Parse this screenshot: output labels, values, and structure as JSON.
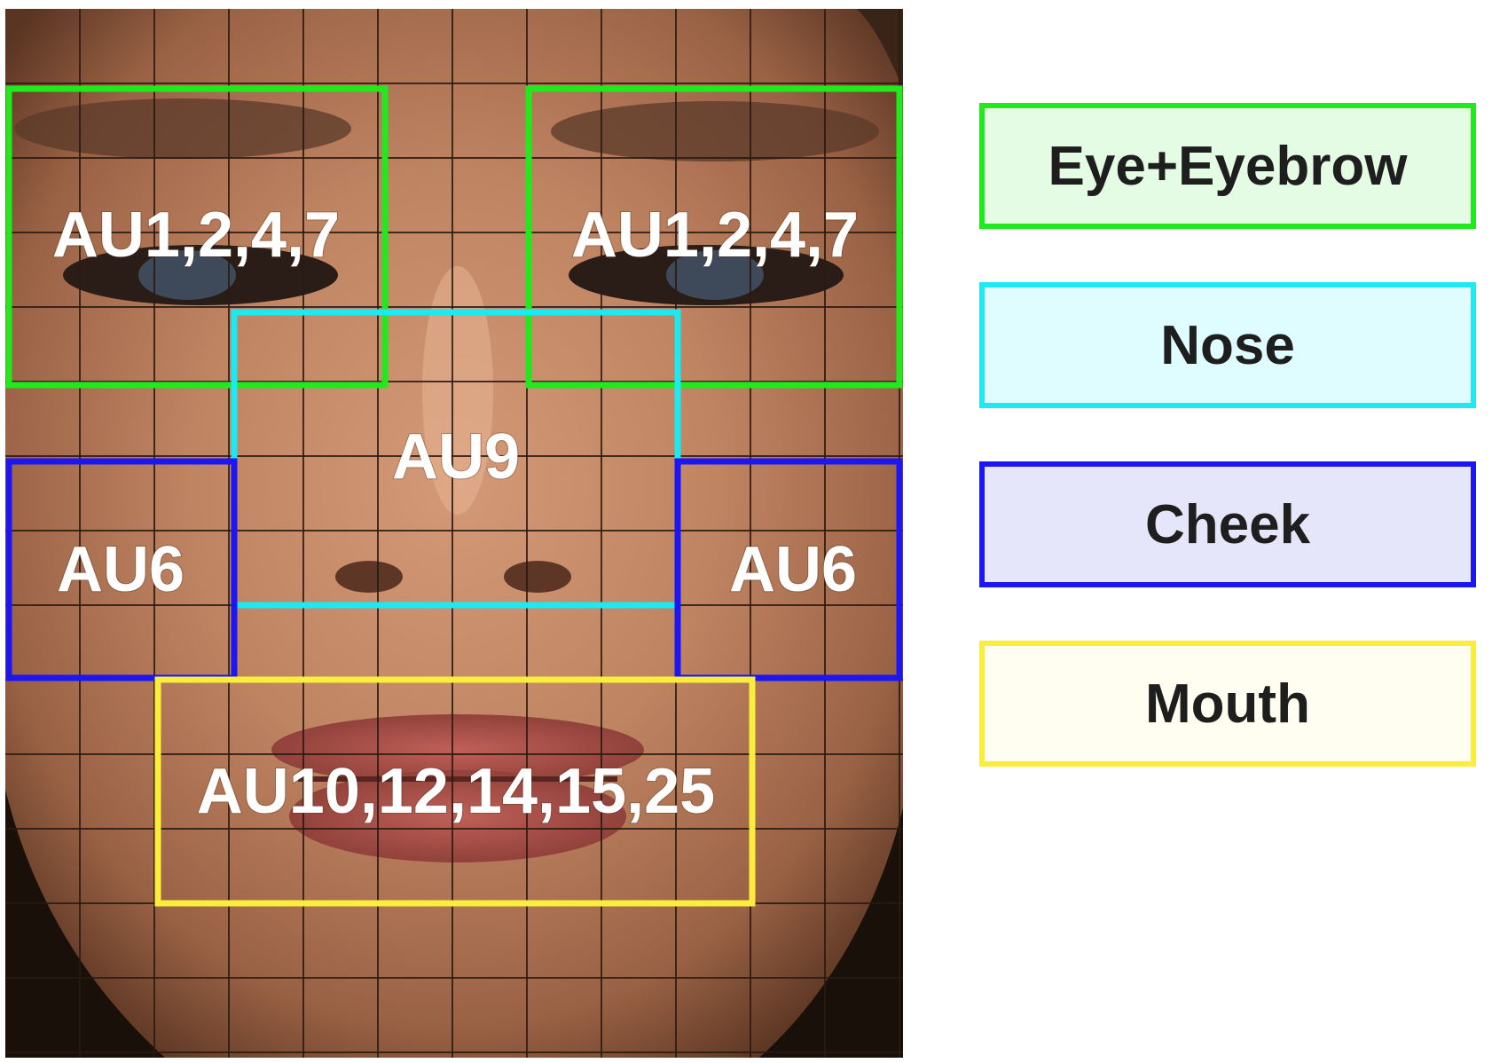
{
  "regions": {
    "eye_left": "AU1,2,4,7",
    "eye_right": "AU1,2,4,7",
    "nose": "AU9",
    "cheek_left": "AU6",
    "cheek_right": "AU6",
    "mouth": "AU10,12,14,15,25"
  },
  "legend": [
    {
      "label": "Eye+Eyebrow",
      "border": "#22e81e",
      "fill": "#e4fbe4"
    },
    {
      "label": "Nose",
      "border": "#1ee8f2",
      "fill": "#dffdff"
    },
    {
      "label": "Cheek",
      "border": "#1c16f2",
      "fill": "#e6e6fb"
    },
    {
      "label": "Mouth",
      "border": "#fbed3c",
      "fill": "#fffef0"
    }
  ],
  "colors": {
    "eye": "#22e81e",
    "nose": "#1ee8f2",
    "cheek": "#1c16f2",
    "mouth": "#fbed3c",
    "grid": "#2a1a10"
  }
}
